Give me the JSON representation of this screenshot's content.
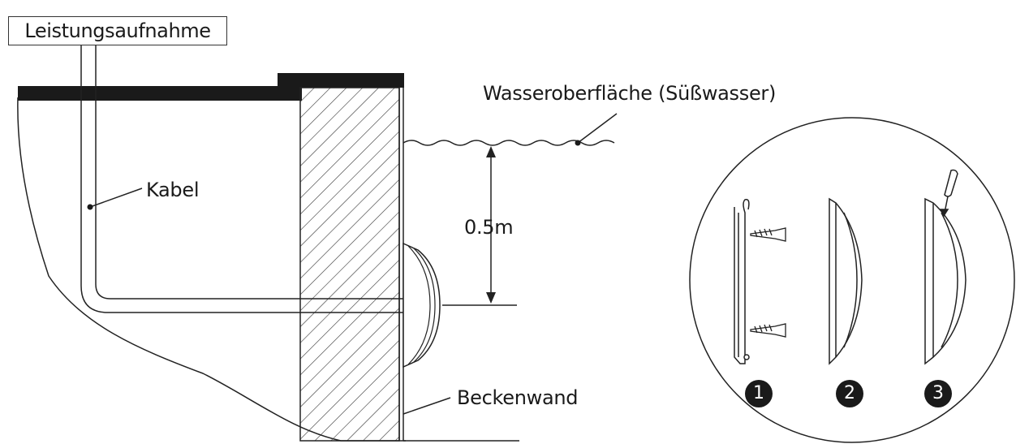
{
  "labels": {
    "power_supply": "Leistungsaufnahme",
    "water_surface": "Wasseroberfläche (Süßwasser)",
    "cable": "Kabel",
    "depth": "0.5m",
    "pool_wall": "Beckenwand"
  },
  "steps": [
    "1",
    "2",
    "3"
  ]
}
